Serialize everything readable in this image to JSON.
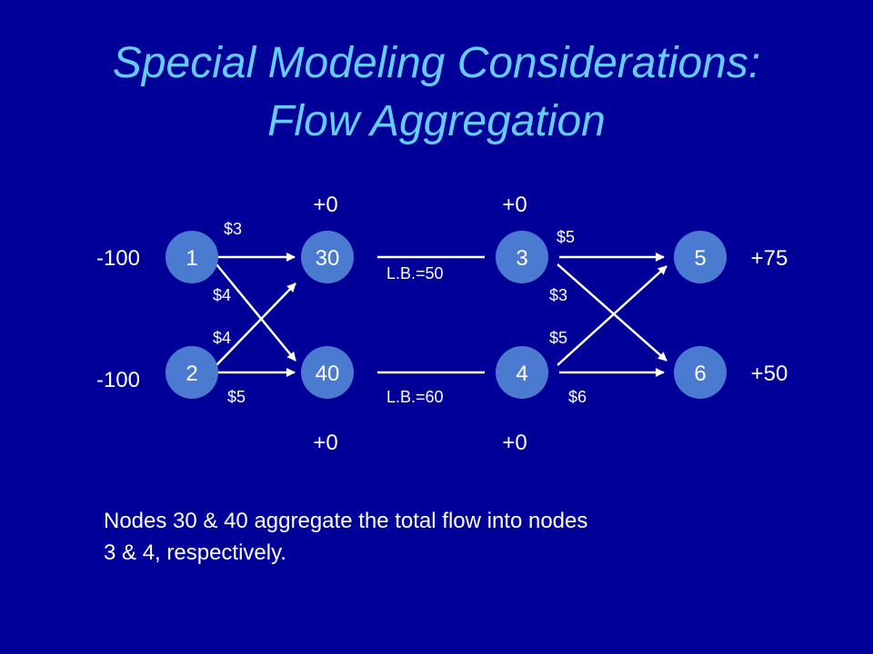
{
  "title": {
    "line1": "Special Modeling Considerations:",
    "line2": "Flow Aggregation"
  },
  "colors": {
    "background": "#000099",
    "title": "#66ccff",
    "node_fill": "#4a7bd1",
    "text": "#ffffff"
  },
  "nodes": [
    {
      "id": "1",
      "label": "1",
      "supply": "-100"
    },
    {
      "id": "2",
      "label": "2",
      "supply": "-100"
    },
    {
      "id": "30",
      "label": "30",
      "supply": "+0"
    },
    {
      "id": "40",
      "label": "40",
      "supply": "+0"
    },
    {
      "id": "3",
      "label": "3",
      "supply": "+0"
    },
    {
      "id": "4",
      "label": "4",
      "supply": "+0"
    },
    {
      "id": "5",
      "label": "5",
      "supply": "+75"
    },
    {
      "id": "6",
      "label": "6",
      "supply": "+50"
    }
  ],
  "arcs": [
    {
      "from": "1",
      "to": "30",
      "label": "$3",
      "arrow": true
    },
    {
      "from": "1",
      "to": "40",
      "label": "$4",
      "arrow": true
    },
    {
      "from": "2",
      "to": "30",
      "label": "$4",
      "arrow": true
    },
    {
      "from": "2",
      "to": "40",
      "label": "$5",
      "arrow": true
    },
    {
      "from": "30",
      "to": "3",
      "label": "L.B.=50",
      "arrow": false
    },
    {
      "from": "40",
      "to": "4",
      "label": "L.B.=60",
      "arrow": false
    },
    {
      "from": "3",
      "to": "5",
      "label": "$5",
      "arrow": true
    },
    {
      "from": "3",
      "to": "6",
      "label": "$3",
      "arrow": true
    },
    {
      "from": "4",
      "to": "5",
      "label": "$5",
      "arrow": true
    },
    {
      "from": "4",
      "to": "6",
      "label": "$6",
      "arrow": true
    }
  ],
  "caption": {
    "line1": "Nodes 30 & 40 aggregate the total flow into nodes",
    "line2": "3 & 4, respectively."
  }
}
